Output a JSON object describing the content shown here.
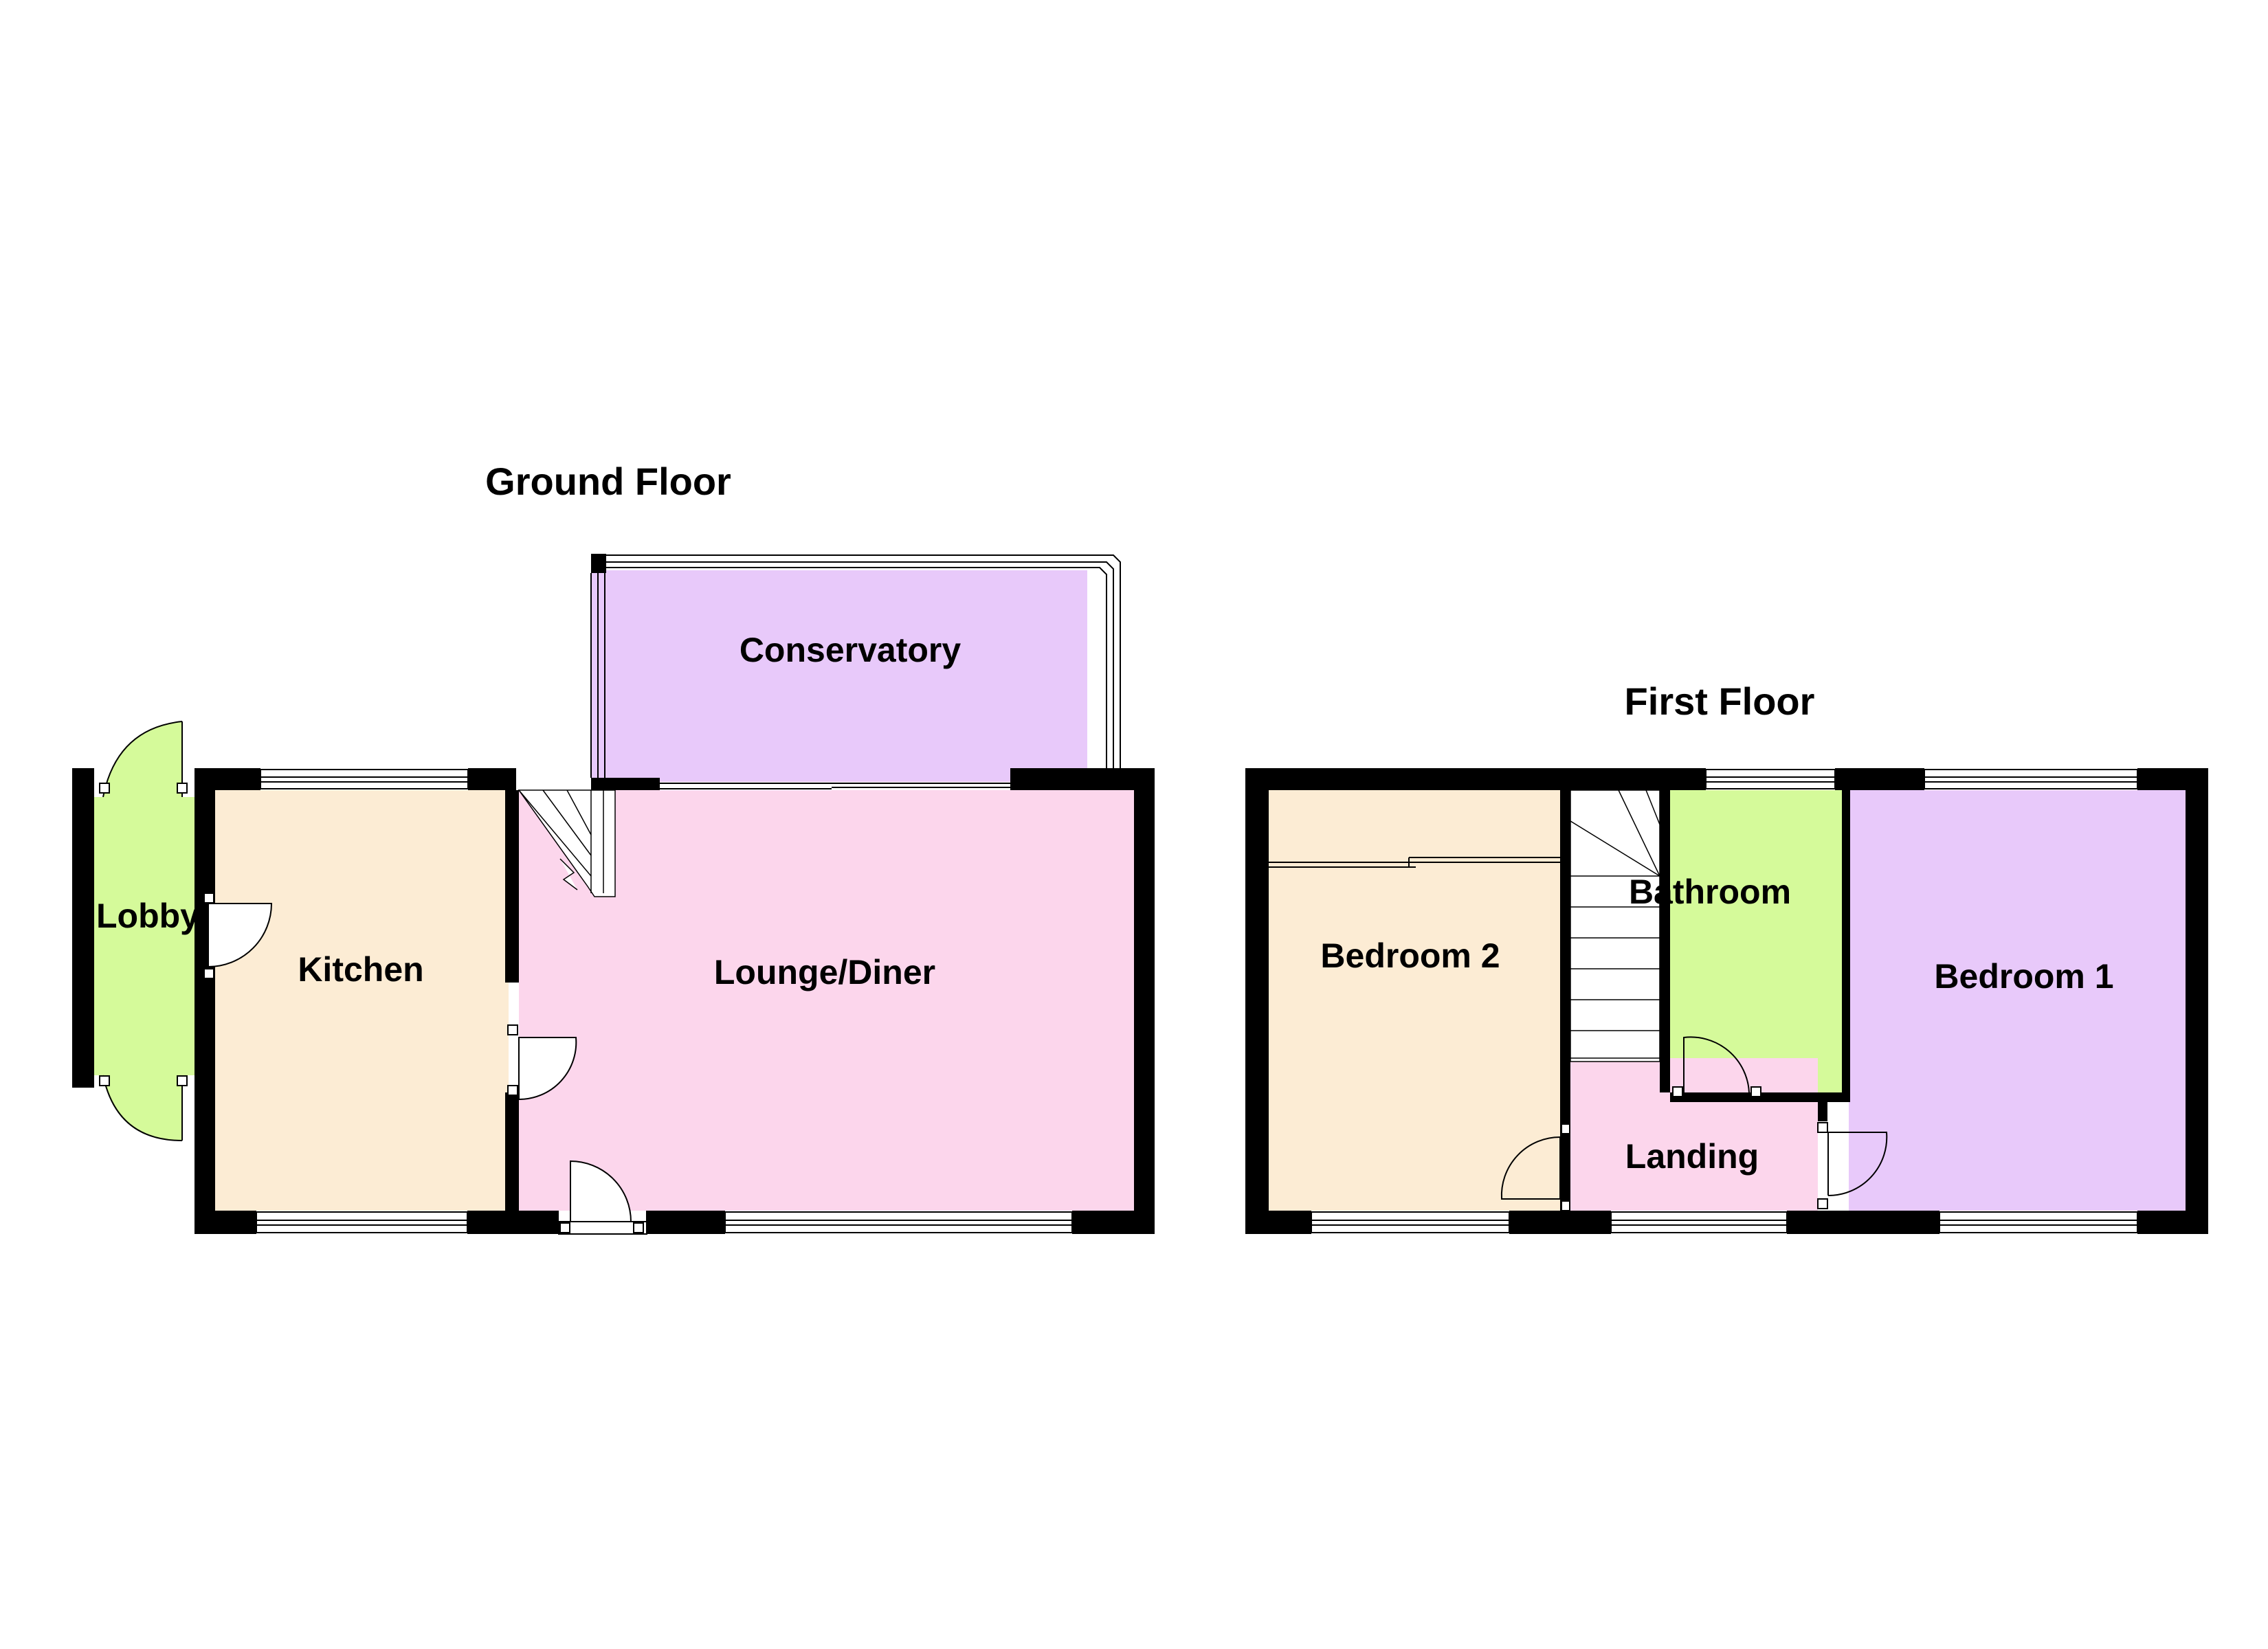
{
  "floors": {
    "ground": {
      "title": "Ground Floor",
      "rooms": {
        "lobby": "Lobby",
        "kitchen": "Kitchen",
        "lounge": "Lounge/Diner",
        "conservatory": "Conservatory"
      }
    },
    "first": {
      "title": "First Floor",
      "rooms": {
        "bedroom2": "Bedroom 2",
        "bathroom": "Bathroom",
        "landing": "Landing",
        "bedroom1": "Bedroom 1"
      }
    }
  },
  "colors": {
    "wall": "#000000",
    "lobby": "#d5fa9a",
    "kitchen": "#fcecd4",
    "lounge": "#fcd6ec",
    "conservatory": "#e8c9fa",
    "bedroom2": "#fcecd4",
    "bathroom": "#d5fa9a",
    "landing": "#fcd6ec",
    "bedroom1": "#e8c9fa"
  }
}
